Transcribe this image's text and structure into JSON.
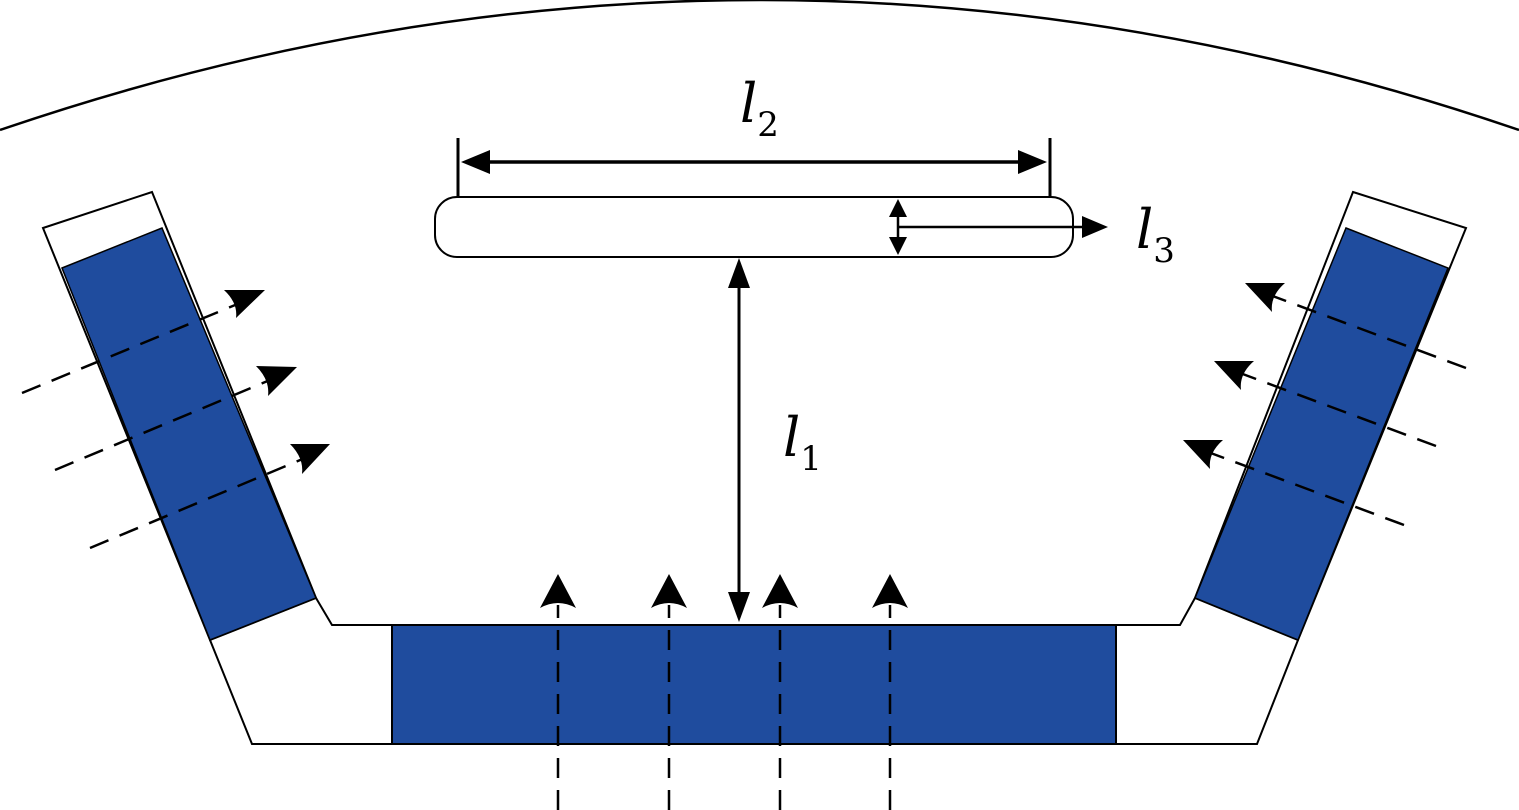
{
  "colors": {
    "magnet": "#1f4c9e",
    "outline": "#000000",
    "background": "#ffffff"
  },
  "labels": {
    "l1": {
      "main": "l",
      "sub": "1"
    },
    "l2": {
      "main": "l",
      "sub": "2"
    },
    "l3": {
      "main": "l",
      "sub": "3"
    }
  }
}
